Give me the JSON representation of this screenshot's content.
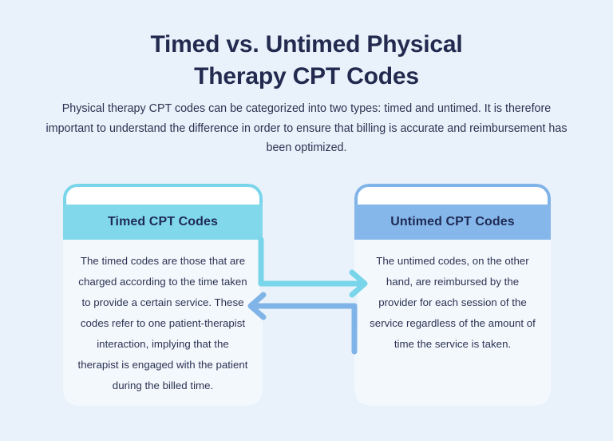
{
  "page": {
    "background_color": "#e9f2fa"
  },
  "header": {
    "title_line_1": "Timed vs. Untimed Physical",
    "title_line_2": "Therapy CPT Codes",
    "title_color": "#222a4f",
    "subtitle": "Physical therapy CPT codes can be categorized into two types: timed and untimed. It is therefore important to understand the difference in order to ensure that billing is accurate and reimbursement has been optimized."
  },
  "cards": [
    {
      "id": "timed",
      "heading": "Timed CPT Codes",
      "body": "The timed codes are those that are charged according to the time taken to provide a certain service. These codes refer to one patient-therapist interaction, implying that the therapist is engaged with the patient during the billed time.",
      "accent_color": "#80d8ea",
      "border_color": "#79d5e9",
      "heading_color": "#1f2b54"
    },
    {
      "id": "untimed",
      "heading": "Untimed CPT Codes",
      "body": "The untimed codes, on the other hand, are reimbursed by the provider for each session of the service regardless of the amount of time the service is taken.",
      "accent_color": "#85b7ea",
      "border_color": "#80b4e8",
      "heading_color": "#1f2b54"
    }
  ],
  "connectors": [
    {
      "id": "timed-to-untimed",
      "direction": "left-to-right",
      "color": "#79d5e9"
    },
    {
      "id": "untimed-to-timed",
      "direction": "right-to-left",
      "color": "#80b4e8"
    }
  ]
}
